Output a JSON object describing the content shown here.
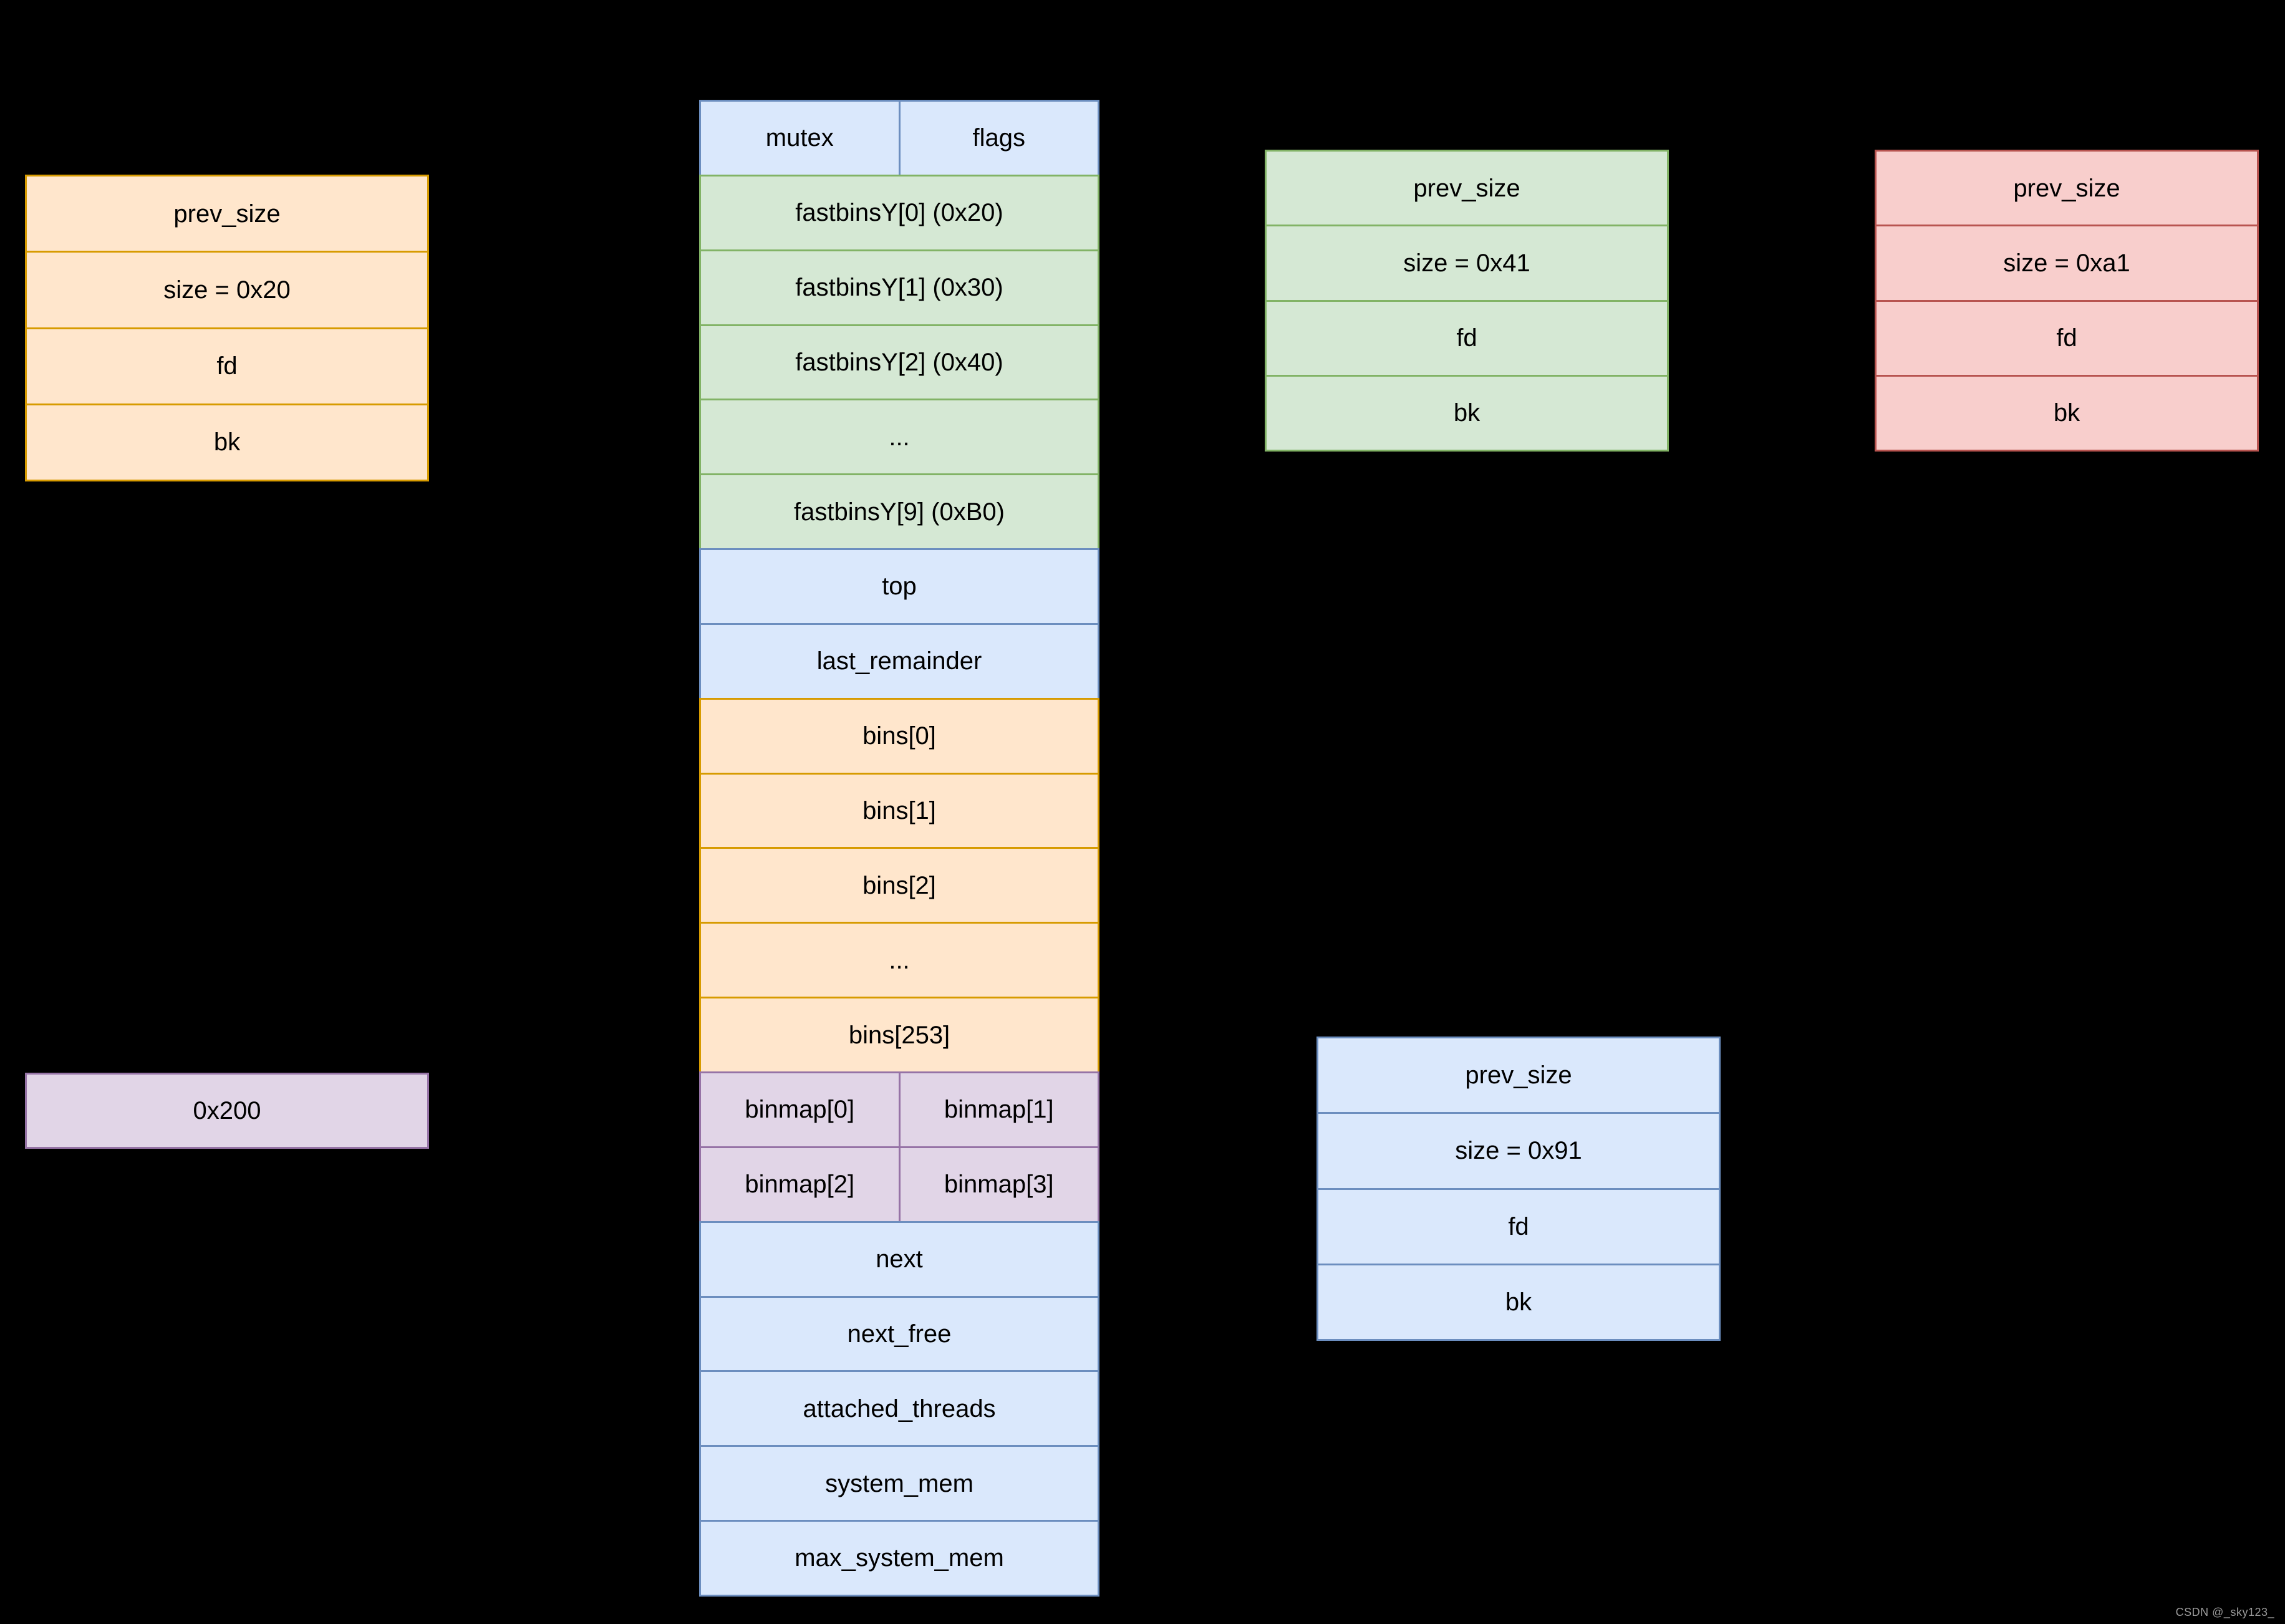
{
  "palette": {
    "background": "#000000",
    "text": "#000000",
    "watermark_text": "#9c9c9c",
    "blue": {
      "fill": "#dae8fc",
      "border": "#6c8ebf"
    },
    "green": {
      "fill": "#d5e8d4",
      "border": "#82b366"
    },
    "orange": {
      "fill": "#ffe6cc",
      "border": "#d79b00"
    },
    "purple": {
      "fill": "#e1d5e7",
      "border": "#9673a6"
    },
    "red": {
      "fill": "#f8cecc",
      "border": "#b85450"
    }
  },
  "malloc_state": {
    "rows": [
      {
        "cells": [
          "mutex",
          "flags"
        ],
        "color": "blue"
      },
      {
        "label": "fastbinsY[0] (0x20)",
        "color": "green"
      },
      {
        "label": "fastbinsY[1] (0x30)",
        "color": "green"
      },
      {
        "label": "fastbinsY[2] (0x40)",
        "color": "green"
      },
      {
        "label": "...",
        "color": "green"
      },
      {
        "label": "fastbinsY[9] (0xB0)",
        "color": "green"
      },
      {
        "label": "top",
        "color": "blue"
      },
      {
        "label": "last_remainder",
        "color": "blue"
      },
      {
        "label": "bins[0]",
        "color": "orange"
      },
      {
        "label": "bins[1]",
        "color": "orange"
      },
      {
        "label": "bins[2]",
        "color": "orange"
      },
      {
        "label": "...",
        "color": "orange"
      },
      {
        "label": "bins[253]",
        "color": "orange"
      },
      {
        "cells": [
          "binmap[0]",
          "binmap[1]"
        ],
        "color": "purple"
      },
      {
        "cells": [
          "binmap[2]",
          "binmap[3]"
        ],
        "color": "purple"
      },
      {
        "label": "next",
        "color": "blue"
      },
      {
        "label": "next_free",
        "color": "blue"
      },
      {
        "label": "attached_threads",
        "color": "blue"
      },
      {
        "label": "system_mem",
        "color": "blue"
      },
      {
        "label": "max_system_mem",
        "color": "blue"
      }
    ]
  },
  "chunks": [
    {
      "id": "chunk-0x20",
      "color": "orange",
      "rows": [
        "prev_size",
        "size = 0x20",
        "fd",
        "bk"
      ]
    },
    {
      "id": "chunk-0x41",
      "color": "green",
      "rows": [
        "prev_size",
        "size = 0x41",
        "fd",
        "bk"
      ]
    },
    {
      "id": "chunk-0xa1",
      "color": "red",
      "rows": [
        "prev_size",
        "size = 0xa1",
        "fd",
        "bk"
      ]
    },
    {
      "id": "chunk-0x91",
      "color": "blue",
      "rows": [
        "prev_size",
        "size = 0x91",
        "fd",
        "bk"
      ]
    }
  ],
  "free_size_bar": {
    "color": "purple",
    "rows": [
      "0x200"
    ]
  },
  "watermark": {
    "text": "CSDN @_sky123_"
  }
}
